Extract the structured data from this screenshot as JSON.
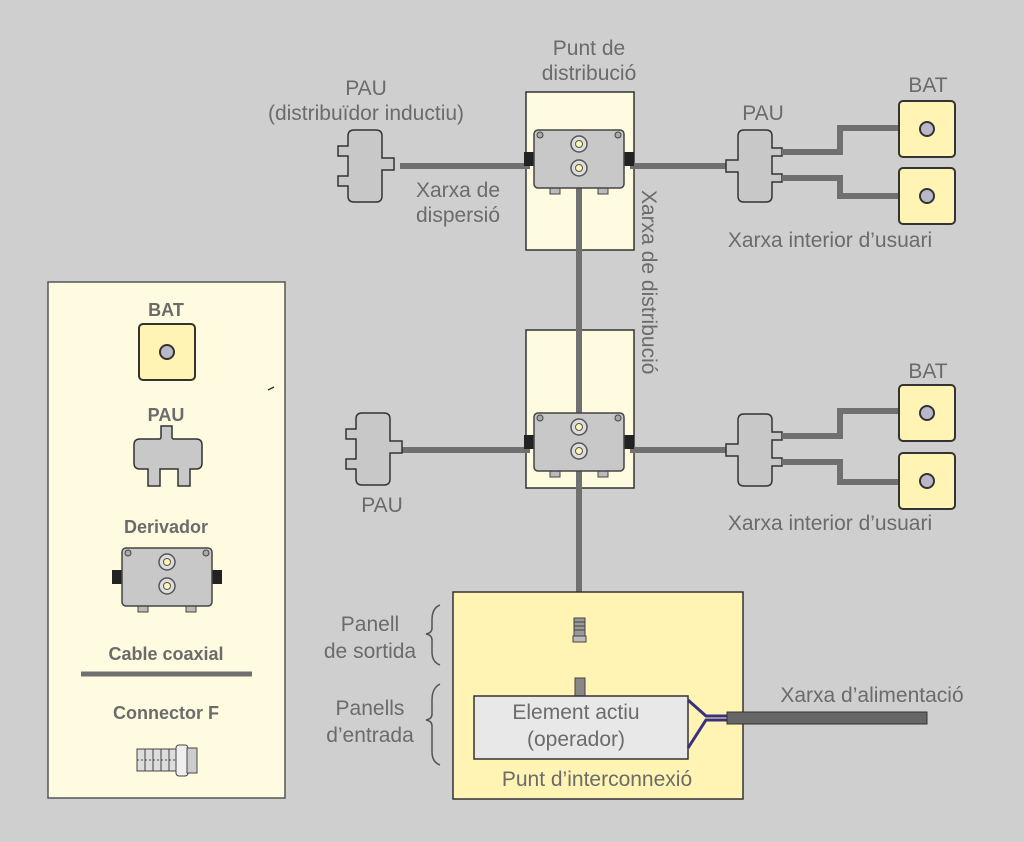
{
  "diagram": {
    "top_distribution_point": {
      "title_line1": "Punt de",
      "title_line2": "distribució"
    },
    "top_left_pau": {
      "line1": "PAU",
      "line2": "(distribuïdor inductiu)"
    },
    "dispersion_network": {
      "line1": "Xarxa de",
      "line2": "dispersió"
    },
    "distribution_network": "Xarxa de distribució",
    "top_right_pau": "PAU",
    "top_right_bat": "BAT",
    "top_user_network": "Xarxa interior d’usuari",
    "middle_left_pau": "PAU",
    "middle_right_bat": "BAT",
    "middle_user_network": "Xarxa interior d’usuari",
    "output_panel": {
      "line1": "Panell",
      "line2": "de sortida"
    },
    "input_panels": {
      "line1": "Panells",
      "line2": "d’entrada"
    },
    "active_element": {
      "line1": "Element actiu",
      "line2": "(operador)"
    },
    "interconnection_point": "Punt d’interconnexió",
    "power_network": "Xarxa d’alimentació"
  },
  "legend": {
    "bat": "BAT",
    "pau": "PAU",
    "derivador": "Derivador",
    "coax": "Cable coaxial",
    "connector": "Connector F"
  },
  "colors": {
    "background": "#cfcfcf",
    "panel_cream": "#fffbe0",
    "panel_yellow": "#fff4b3",
    "cable": "#707070",
    "device_gray": "#c8c8c8",
    "power_wire": "#3a3080"
  }
}
